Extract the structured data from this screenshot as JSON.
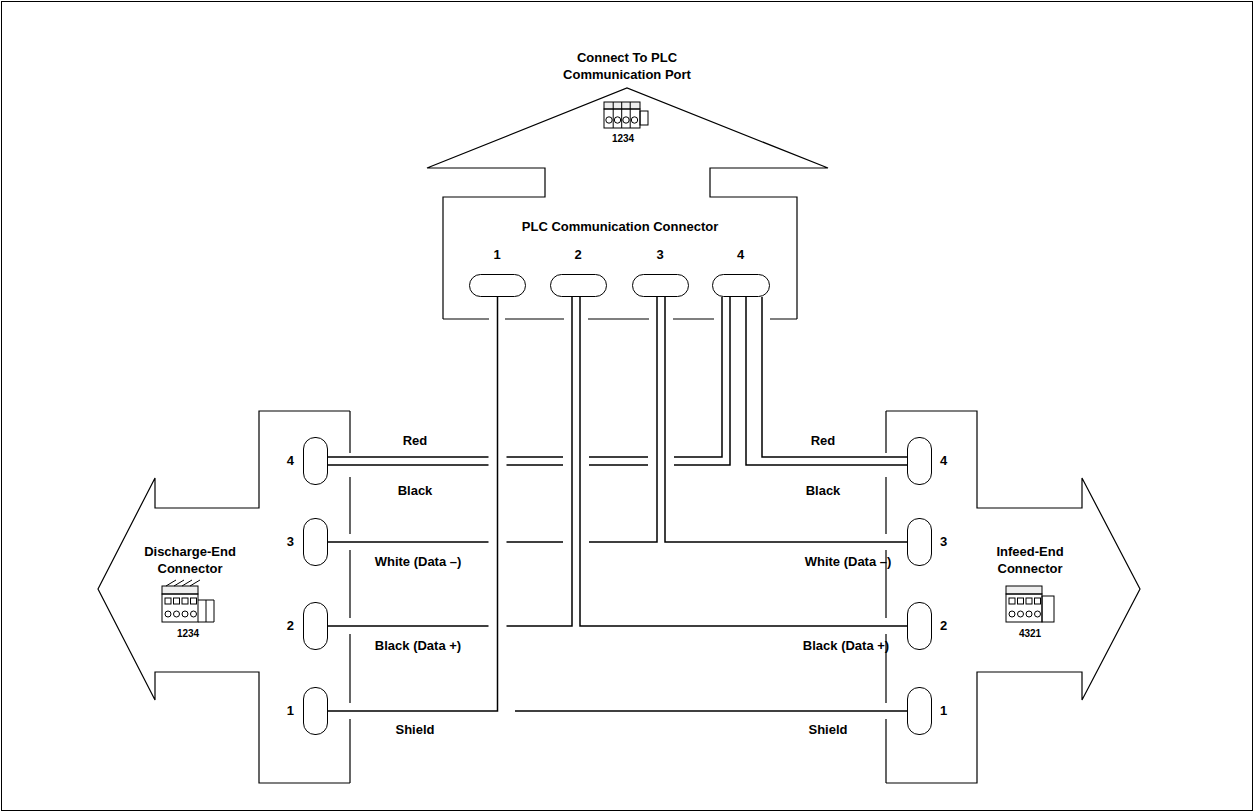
{
  "diagram": {
    "nodes": [
      {
        "text": [
          "Connect To PLC Communication Port",
          "1234",
          "PLC Communication Connector"
        ]
      },
      {
        "text": [
          "1"
        ],
        "in": 0
      },
      {
        "text": [
          "2"
        ],
        "in": 0
      },
      {
        "text": [
          "3"
        ],
        "in": 0
      },
      {
        "text": [
          "4"
        ],
        "in": 0
      },
      {
        "text": [
          "Discharge-End Connector",
          "1234"
        ]
      },
      {
        "text": [
          "4"
        ],
        "in": 5
      },
      {
        "text": [
          "3"
        ],
        "in": 5
      },
      {
        "text": [
          "2"
        ],
        "in": 5
      },
      {
        "text": [
          "1"
        ],
        "in": 5
      },
      {
        "text": [
          "Infeed-End Connector",
          "4321"
        ]
      },
      {
        "text": [
          "4"
        ],
        "in": 10
      },
      {
        "text": [
          "3"
        ],
        "in": 10
      },
      {
        "text": [
          "2"
        ],
        "in": 10
      },
      {
        "text": [
          "1"
        ],
        "in": 10
      }
    ],
    "edges": [
      {
        "from": 6,
        "to": 4,
        "arrow": "none"
      },
      {
        "from": 4,
        "to": 11,
        "arrow": "none"
      },
      {
        "from": 7,
        "to": 3,
        "arrow": "none"
      },
      {
        "from": 3,
        "to": 12,
        "arrow": "none"
      },
      {
        "from": 8,
        "to": 2,
        "arrow": "none"
      },
      {
        "from": 2,
        "to": 13,
        "arrow": "none"
      },
      {
        "from": 9,
        "to": 1,
        "arrow": "none"
      }
    ],
    "labels": [
      "Red",
      "Black",
      "White (Data –)",
      "Black (Data +)",
      "Shield",
      "Red",
      "Black",
      "White (Data –)",
      "Black (Data +)",
      "Shield"
    ]
  }
}
